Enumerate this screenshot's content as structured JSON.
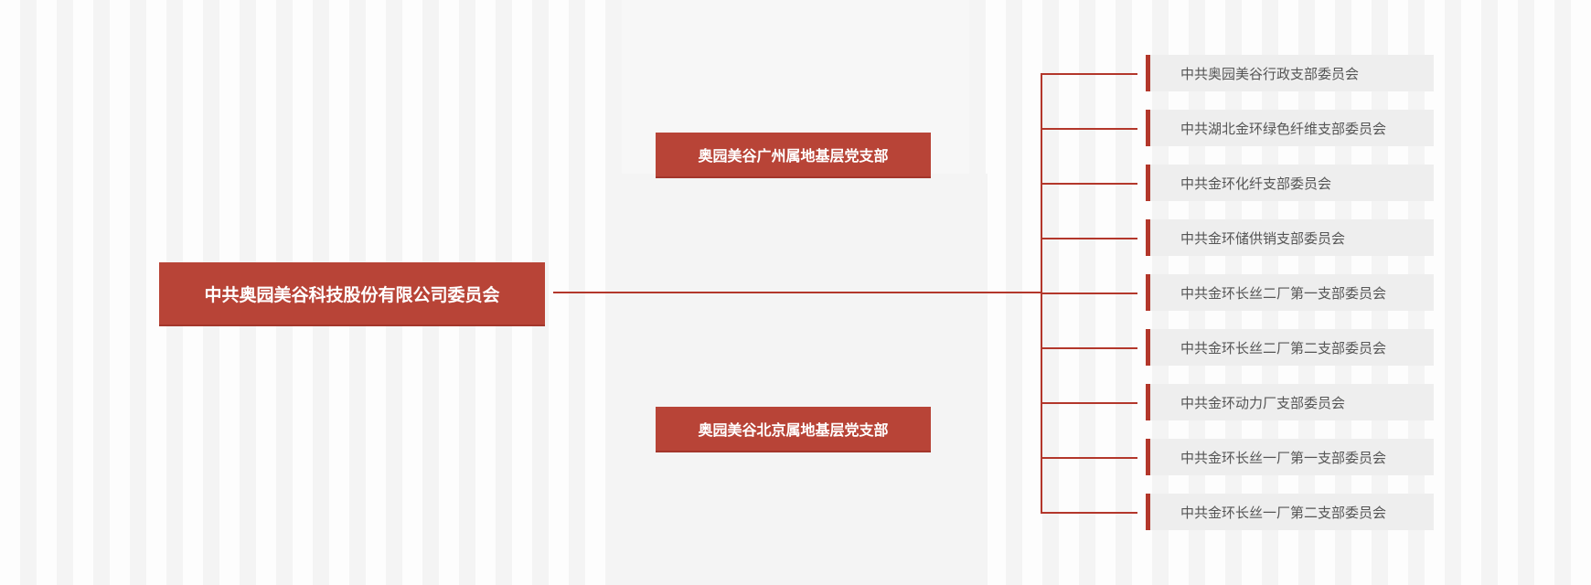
{
  "root": {
    "label": "中共奥园美谷科技股份有限公司委员会"
  },
  "branches": [
    {
      "label": "奥园美谷广州属地基层党支部"
    },
    {
      "label": "奥园美谷北京属地基层党支部"
    }
  ],
  "leaves": [
    "中共奥园美谷行政支部委员会",
    "中共湖北金环绿色纤维支部委员会",
    "中共金环化纤支部委员会",
    "中共金环储供销支部委员会",
    "中共金环长丝二厂第一支部委员会",
    "中共金环长丝二厂第二支部委员会",
    "中共金环动力厂支部委员会",
    "中共金环长丝一厂第一支部委员会",
    "中共金环长丝一厂第二支部委员会"
  ],
  "colors": {
    "accent": "#b84437",
    "leaf_bg": "#eeeeee",
    "leaf_text": "#555555"
  }
}
